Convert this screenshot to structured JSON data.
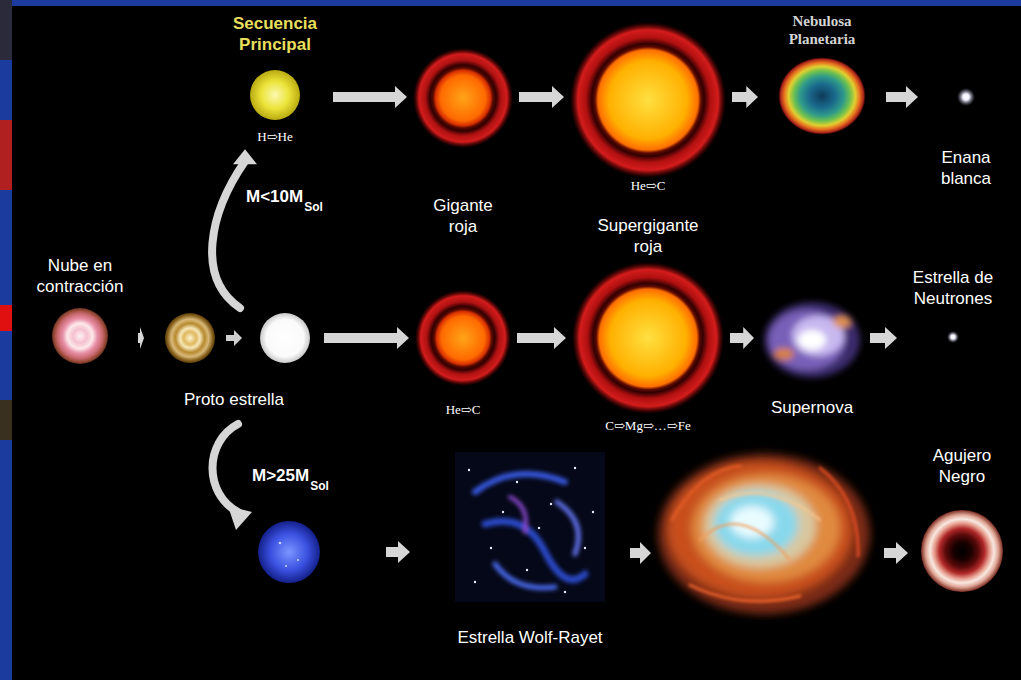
{
  "diagram": {
    "nodes": [
      {
        "text": [
          "Secuencia Principal",
          "H⇨He"
        ]
      },
      {
        "text": [
          "Gigante roja"
        ]
      },
      {
        "text": [
          "He⇨C",
          "Supergigante roja"
        ]
      },
      {
        "text": [
          "Nebulosa Planetaria"
        ]
      },
      {
        "text": [
          "Enana blanca"
        ]
      },
      {
        "text": [
          "Nube en contracción"
        ]
      },
      {
        "text": [
          "Proto estrella"
        ]
      },
      {
        "text": [
          "He⇨C"
        ]
      },
      {
        "text": [
          "C⇨Mg⇨…⇨Fe"
        ]
      },
      {
        "text": [
          "Supernova"
        ]
      },
      {
        "text": [
          "Estrella de Neutrones"
        ]
      },
      {
        "text": [
          "Estrella Wolf-Rayet"
        ]
      },
      {
        "text": [
          "Agujero Negro"
        ]
      }
    ],
    "edges": [
      {
        "from": 0,
        "to": 1,
        "arrow": "to"
      },
      {
        "from": 1,
        "to": 2,
        "arrow": "to"
      },
      {
        "from": 2,
        "to": 3,
        "arrow": "to"
      },
      {
        "from": 3,
        "to": 4,
        "arrow": "to"
      },
      {
        "from": 5,
        "to": 6,
        "arrow": "to"
      },
      {
        "from": 6,
        "to": 7,
        "arrow": "to"
      },
      {
        "from": 7,
        "to": 8,
        "arrow": "to"
      },
      {
        "from": 8,
        "to": 9,
        "arrow": "to"
      },
      {
        "from": 9,
        "to": 10,
        "arrow": "to"
      },
      {
        "from": 6,
        "to": 0,
        "arrow": "to",
        "label": "M<10M"
      }
    ],
    "labels": [
      "Sol",
      "M>25M",
      "Sol"
    ]
  }
}
